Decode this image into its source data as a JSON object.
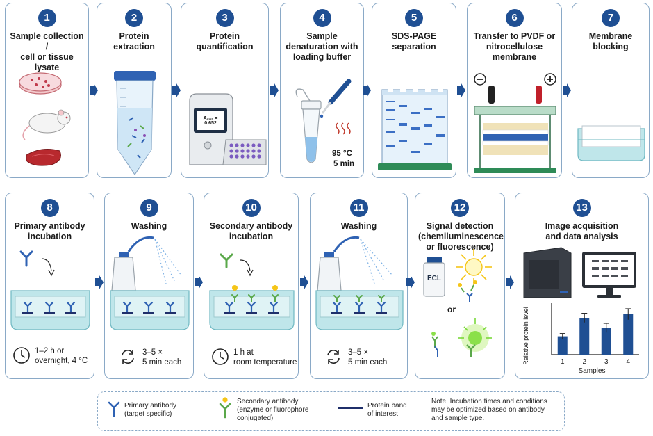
{
  "steps": [
    {
      "num": "1",
      "title_lines": [
        "Sample collection /",
        "cell or tissue lysate"
      ]
    },
    {
      "num": "2",
      "title_lines": [
        "Protein",
        "extraction"
      ]
    },
    {
      "num": "3",
      "title_lines": [
        "Protein",
        "quantification"
      ]
    },
    {
      "num": "4",
      "title_lines": [
        "Sample",
        "denaturation with",
        "loading buffer"
      ]
    },
    {
      "num": "5",
      "title_lines": [
        "SDS-PAGE",
        "separation"
      ]
    },
    {
      "num": "6",
      "title_lines": [
        "Transfer to PVDF or",
        "nitrocellulose",
        "membrane"
      ]
    },
    {
      "num": "7",
      "title_lines": [
        "Membrane",
        "blocking"
      ]
    },
    {
      "num": "8",
      "title_lines": [
        "Primary antibody",
        "incubation"
      ]
    },
    {
      "num": "9",
      "title_lines": [
        "Washing"
      ]
    },
    {
      "num": "10",
      "title_lines": [
        "Secondary antibody",
        "incubation"
      ]
    },
    {
      "num": "11",
      "title_lines": [
        "Washing"
      ]
    },
    {
      "num": "12",
      "title_lines": [
        "Signal detection",
        "(chemiluminescence",
        "or fluorescence)"
      ]
    },
    {
      "num": "13",
      "title_lines": [
        "Image acquisition",
        "and data analysis"
      ]
    }
  ],
  "step3_reading": "A₂₈₀ = 0.652",
  "step4_temp": "95 °C",
  "step4_time": "5 min",
  "step8_time": [
    "1–2 h or",
    "overnight, 4 °C"
  ],
  "step9_time": [
    "3–5 ×",
    "5 min each"
  ],
  "step10_time": [
    "1 h at",
    "room temperature"
  ],
  "step11_time": [
    "3–5 ×",
    "5 min each"
  ],
  "step12_bottle": "ECL",
  "step12_or": "or",
  "chart_data": {
    "type": "bar",
    "categories": [
      "1",
      "2",
      "3",
      "4"
    ],
    "values": [
      1.0,
      2.0,
      1.45,
      2.2
    ],
    "errors": [
      0.15,
      0.25,
      0.25,
      0.3
    ],
    "ylabel": "Relative protein level",
    "xlabel": "Samples",
    "ylim": [
      0,
      2.8
    ],
    "bar_color": "#1f4f93"
  },
  "legend": {
    "primary_lines": [
      "Primary antibody",
      "(target specific)"
    ],
    "secondary_lines": [
      "Secondary antibody",
      "(enzyme or fluorophore",
      "conjugated)"
    ],
    "band_lines": [
      "Protein band",
      "of interest"
    ],
    "note_lines": [
      "Note: Incubation times and conditions",
      "may be optimized based on antibody",
      "and sample type."
    ]
  },
  "colors": {
    "accent": "#1f4f93",
    "border": "#8aa9c7",
    "primary_ab": "#2f62b3",
    "secondary_ab": "#5aa84a",
    "tray": "#bfe6ea"
  }
}
